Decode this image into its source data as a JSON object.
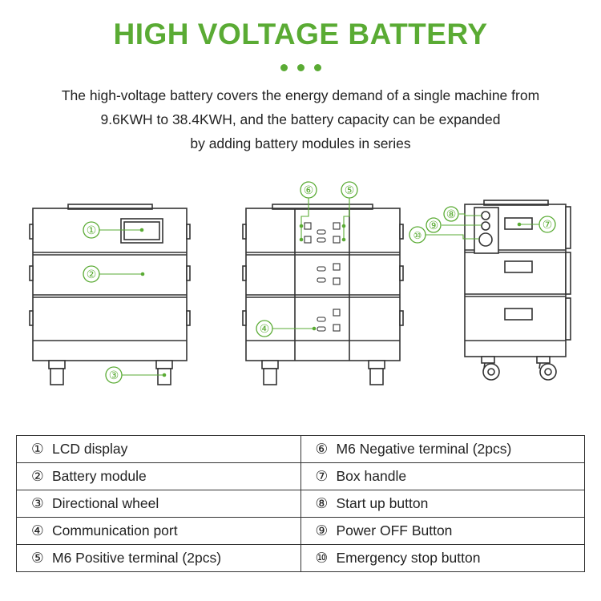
{
  "title": "HIGH VOLTAGE BATTERY",
  "description": [
    "The high-voltage battery covers the energy demand of a single machine from",
    "9.6KWH to 38.4KWH, and the battery capacity can be expanded",
    "by adding battery modules in series"
  ],
  "colors": {
    "accent": "#5aab34",
    "outline": "#333333"
  },
  "callouts": {
    "c1": "①",
    "c2": "②",
    "c3": "③",
    "c4": "④",
    "c5": "⑤",
    "c6": "⑥",
    "c7": "⑦",
    "c8": "⑧",
    "c9": "⑨",
    "c10": "⑩"
  },
  "legend": [
    {
      "left": {
        "num": "①",
        "label": "LCD display"
      },
      "right": {
        "num": "⑥",
        "label": "M6 Negative terminal (2pcs)"
      }
    },
    {
      "left": {
        "num": "②",
        "label": "Battery module"
      },
      "right": {
        "num": "⑦",
        "label": "Box handle"
      }
    },
    {
      "left": {
        "num": "③",
        "label": "Directional wheel"
      },
      "right": {
        "num": "⑧",
        "label": "Start up button"
      }
    },
    {
      "left": {
        "num": "④",
        "label": "Communication port"
      },
      "right": {
        "num": "⑨",
        "label": "Power OFF Button"
      }
    },
    {
      "left": {
        "num": "⑤",
        "label": "M6 Positive terminal (2pcs)"
      },
      "right": {
        "num": "⑩",
        "label": "Emergency stop button"
      }
    }
  ]
}
